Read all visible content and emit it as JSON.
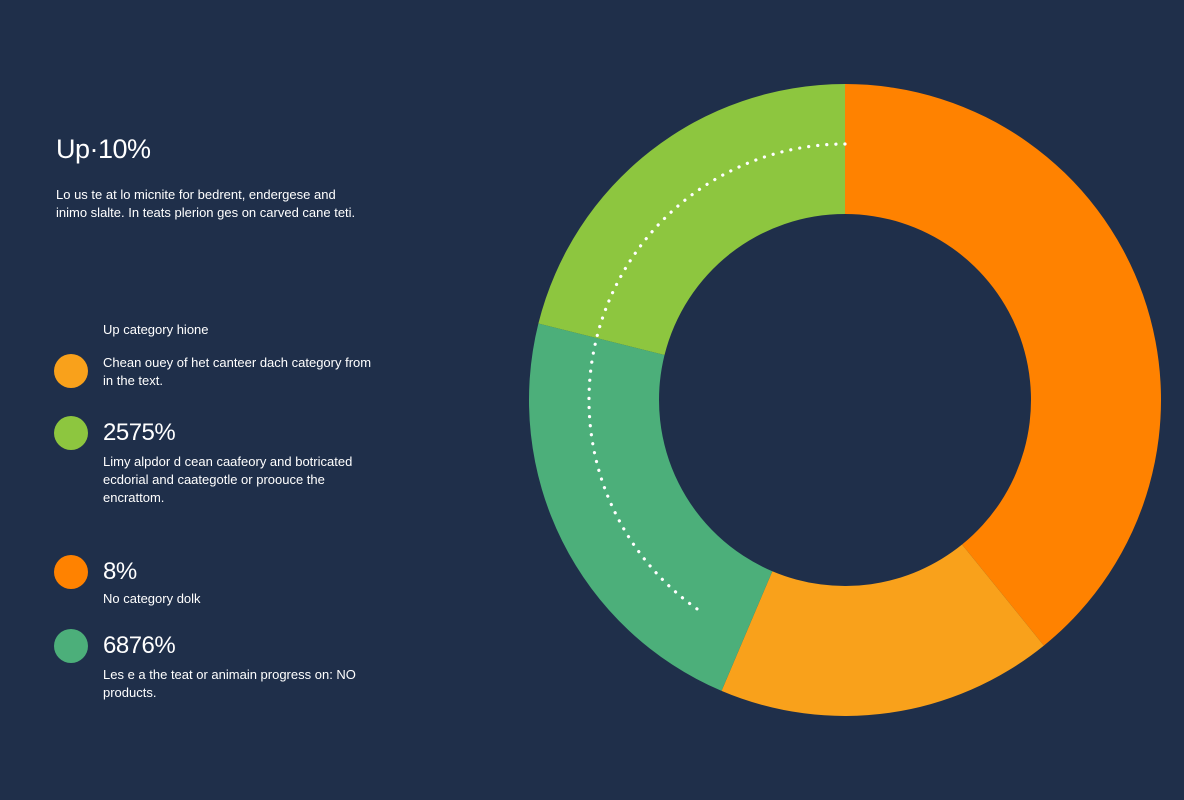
{
  "headline": "Up·10%",
  "intro": "Lo us te at lo micnite for bedrent, endergese and inimo slalte. In teats plerion ges on carved cane teti.",
  "legend_heading": "Up category hione",
  "legend": [
    {
      "value": "",
      "desc": "Chean ouey of het canteer dach category from in the text.",
      "color": "#f9a11b"
    },
    {
      "value": "2575%",
      "desc": "Limy alpdor d cean caafeory and botricated ecdorial and caategotle or proouce the encrattom.",
      "color": "#8dc63f"
    },
    {
      "value": "8%",
      "desc": "No category dolk",
      "color": "#ff8200"
    },
    {
      "value": "6876%",
      "desc": "Les e a the teat or animain progress on: NO products.",
      "color": "#4caf7a"
    }
  ],
  "colors": {
    "background": "#1f2f4a",
    "orange": "#ff8200",
    "amber": "#f9a11b",
    "teal": "#4caf7a",
    "lime": "#8dc63f"
  },
  "chart_data": {
    "type": "pie",
    "variant": "donut",
    "slices": [
      {
        "color": "#ff8200",
        "start_deg": 0,
        "end_deg": 141
      },
      {
        "color": "#f9a11b",
        "start_deg": 141,
        "end_deg": 203
      },
      {
        "color": "#4caf7a",
        "start_deg": 203,
        "end_deg": 284
      },
      {
        "color": "#8dc63f",
        "start_deg": 284,
        "end_deg": 360
      }
    ],
    "dotted_ring": {
      "start_deg": 0,
      "end_deg": 215
    }
  }
}
